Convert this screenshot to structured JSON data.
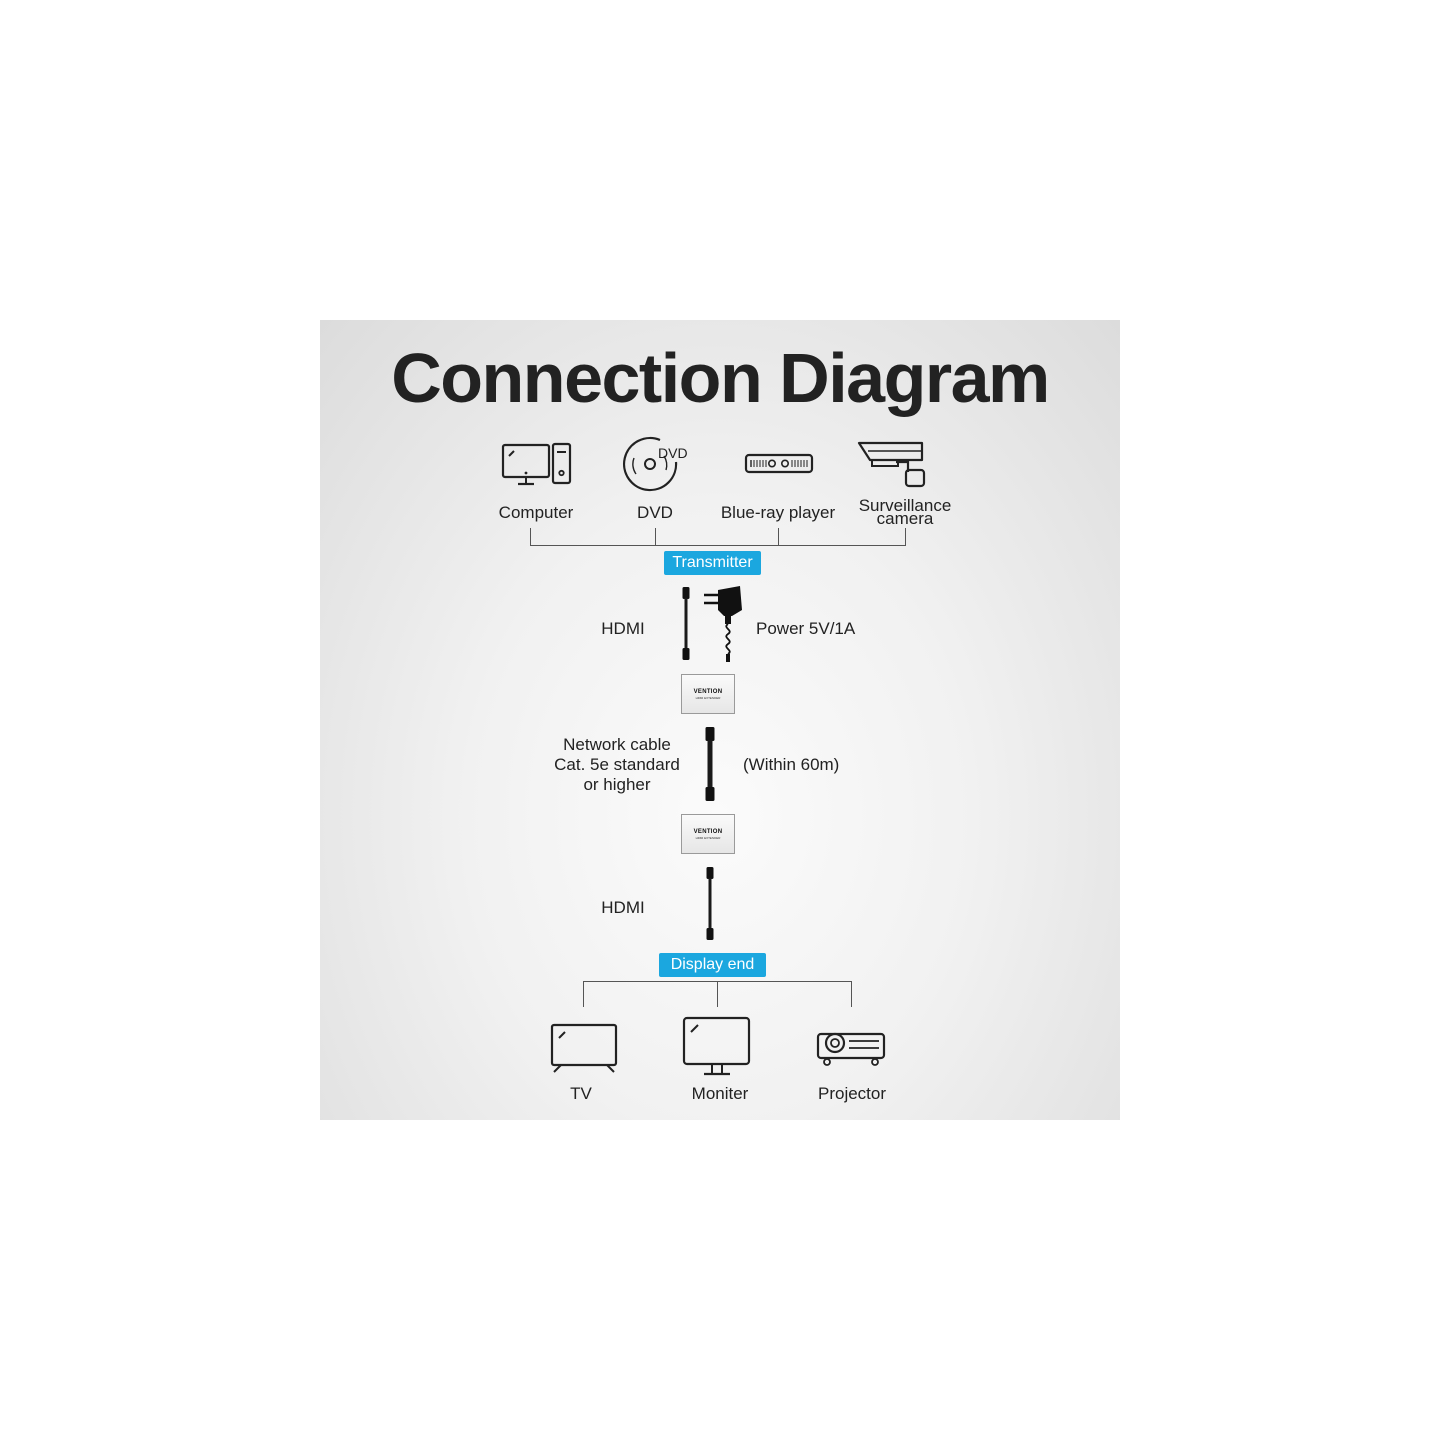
{
  "title": "Connection Diagram",
  "sources": {
    "computer": "Computer",
    "dvd": "DVD",
    "dvd_disc_text": "DVD",
    "bluray": "Blue-ray player",
    "surveillance_line1": "Surveillance",
    "surveillance_line2": "camera"
  },
  "transmitter_label": "Transmitter",
  "cables": {
    "hdmi_top": "HDMI",
    "power": "Power 5V/1A",
    "network_line1": "Network cable",
    "network_line2": "Cat. 5e standard",
    "network_line3": "or higher",
    "distance": "(Within 60m)",
    "hdmi_bottom": "HDMI"
  },
  "device": {
    "brand": "VENTION",
    "model": "HDMI EXTENDER"
  },
  "display_label": "Display end",
  "displays": {
    "tv": "TV",
    "monitor": "Moniter",
    "projector": "Projector"
  },
  "colors": {
    "accent": "#1ba7df",
    "panel_background": "#e9e9e9",
    "text": "#222222"
  }
}
